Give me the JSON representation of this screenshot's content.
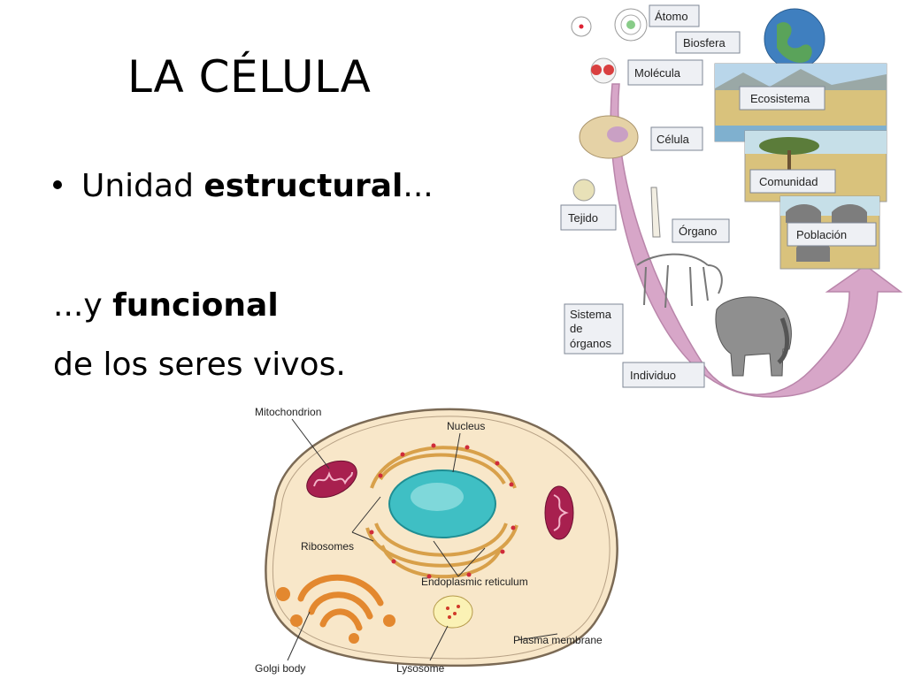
{
  "slide": {
    "title": "LA CÉLULA",
    "bullet_prefix": "Unidad ",
    "bullet_bold": "estructural",
    "bullet_suffix": "...",
    "line2_prefix": "...y ",
    "line2_bold": "funcional",
    "line3": "de los seres vivos."
  },
  "hierarchy": {
    "labels": {
      "atomo": "Átomo",
      "biosfera": "Biosfera",
      "molecula": "Molécula",
      "ecosistema": "Ecosistema",
      "celula": "Célula",
      "comunidad": "Comunidad",
      "tejido": "Tejido",
      "organo": "Órgano",
      "poblacion": "Población",
      "sistema_1": "Sistema",
      "sistema_2": "de",
      "sistema_3": "órganos",
      "individuo": "Individuo"
    },
    "colors": {
      "arrow": "#c98fb8",
      "box_fill": "#eef0f4",
      "box_stroke": "#7f8796"
    }
  },
  "cell_diagram": {
    "labels": {
      "mitochondrion": "Mitochondrion",
      "nucleus": "Nucleus",
      "ribosomes": "Ribosomes",
      "er": "Endoplasmic reticulum",
      "golgi": "Golgi body",
      "lysosome": "Lysosome",
      "membrane": "Plasma membrane"
    },
    "colors": {
      "cytoplasm": "#f8e7c9",
      "nucleus": "#3fbfc4",
      "mitochondria": "#a8204f",
      "golgi": "#e3882f",
      "er": "#d8a04a"
    }
  }
}
